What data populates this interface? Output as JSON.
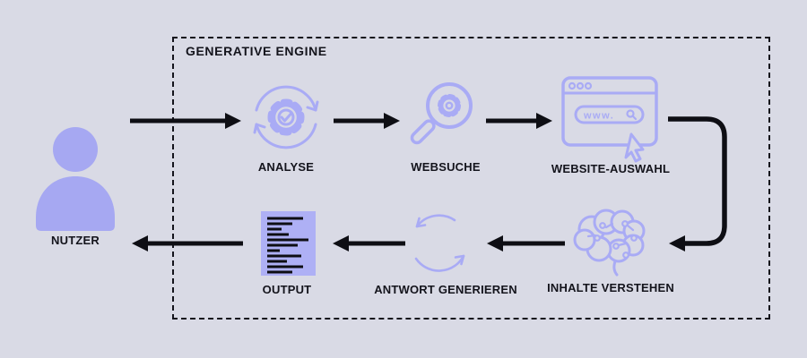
{
  "frame": {
    "title": "GENERATIVE ENGINE"
  },
  "nodes": {
    "nutzer": {
      "label": "NUTZER",
      "icon": "person-icon"
    },
    "analyse": {
      "label": "ANALYSE",
      "icon": "gear-cycle-icon"
    },
    "websuche": {
      "label": "WEBSUCHE",
      "icon": "magnifier-gear-icon"
    },
    "website_auswahl": {
      "label": "WEBSITE-AUSWAHL",
      "icon": "browser-window-icon",
      "url_text": "www."
    },
    "inhalte_verstehen": {
      "label": "INHALTE VERSTEHEN",
      "icon": "brain-circuit-icon"
    },
    "antwort_generieren": {
      "label": "ANTWORT GENERIEREN",
      "icon": "sync-arrows-icon"
    },
    "output": {
      "label": "OUTPUT",
      "icon": "document-lines-icon"
    }
  },
  "connections": [
    {
      "from": "nutzer",
      "to": "analyse"
    },
    {
      "from": "analyse",
      "to": "websuche"
    },
    {
      "from": "websuche",
      "to": "website_auswahl"
    },
    {
      "from": "website_auswahl",
      "to": "inhalte_verstehen"
    },
    {
      "from": "inhalte_verstehen",
      "to": "antwort_generieren"
    },
    {
      "from": "antwort_generieren",
      "to": "output"
    },
    {
      "from": "output",
      "to": "nutzer"
    }
  ],
  "colors": {
    "background": "#d9dae5",
    "icon_outline_purple": "#a9abf5",
    "icon_fill_purple": "#a6a8f2",
    "arrow_black": "#0e0e14",
    "text_dark": "#14141c"
  }
}
